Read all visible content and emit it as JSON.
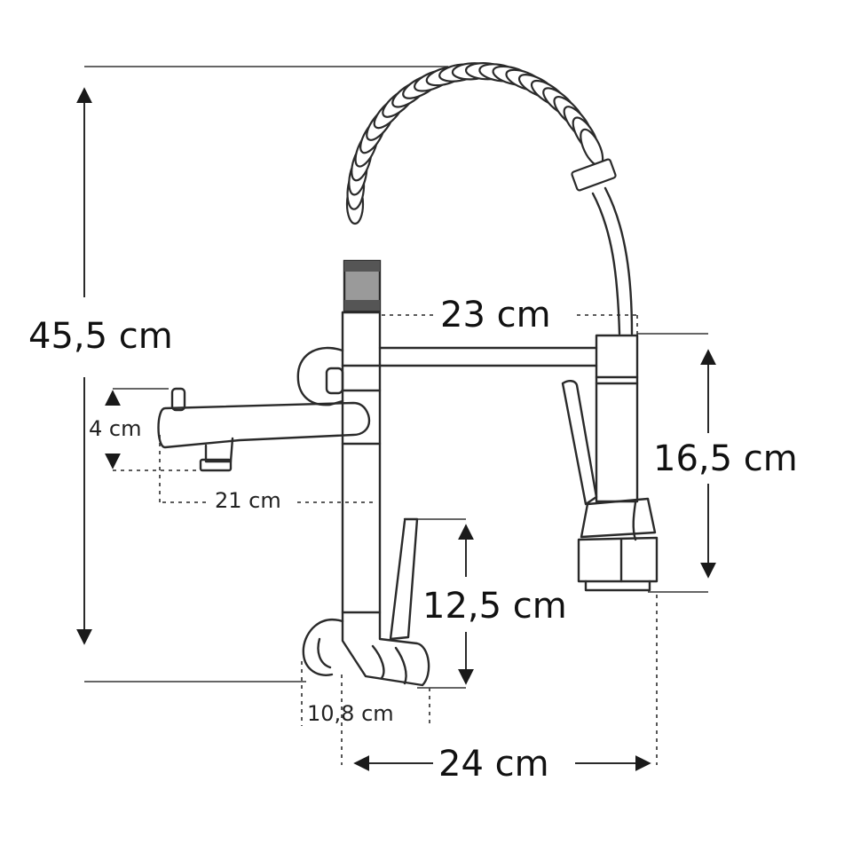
{
  "dimensions": {
    "total_height": "45,5 cm",
    "arm_width": "23 cm",
    "head_height": "16,5 cm",
    "pot_filler_height": "4 cm",
    "pot_filler_length": "21 cm",
    "base_height": "12,5 cm",
    "base_width": "10,8 cm",
    "overall_width": "24 cm"
  },
  "colors": {
    "line": "#2a2a2a",
    "background": "#ffffff"
  }
}
